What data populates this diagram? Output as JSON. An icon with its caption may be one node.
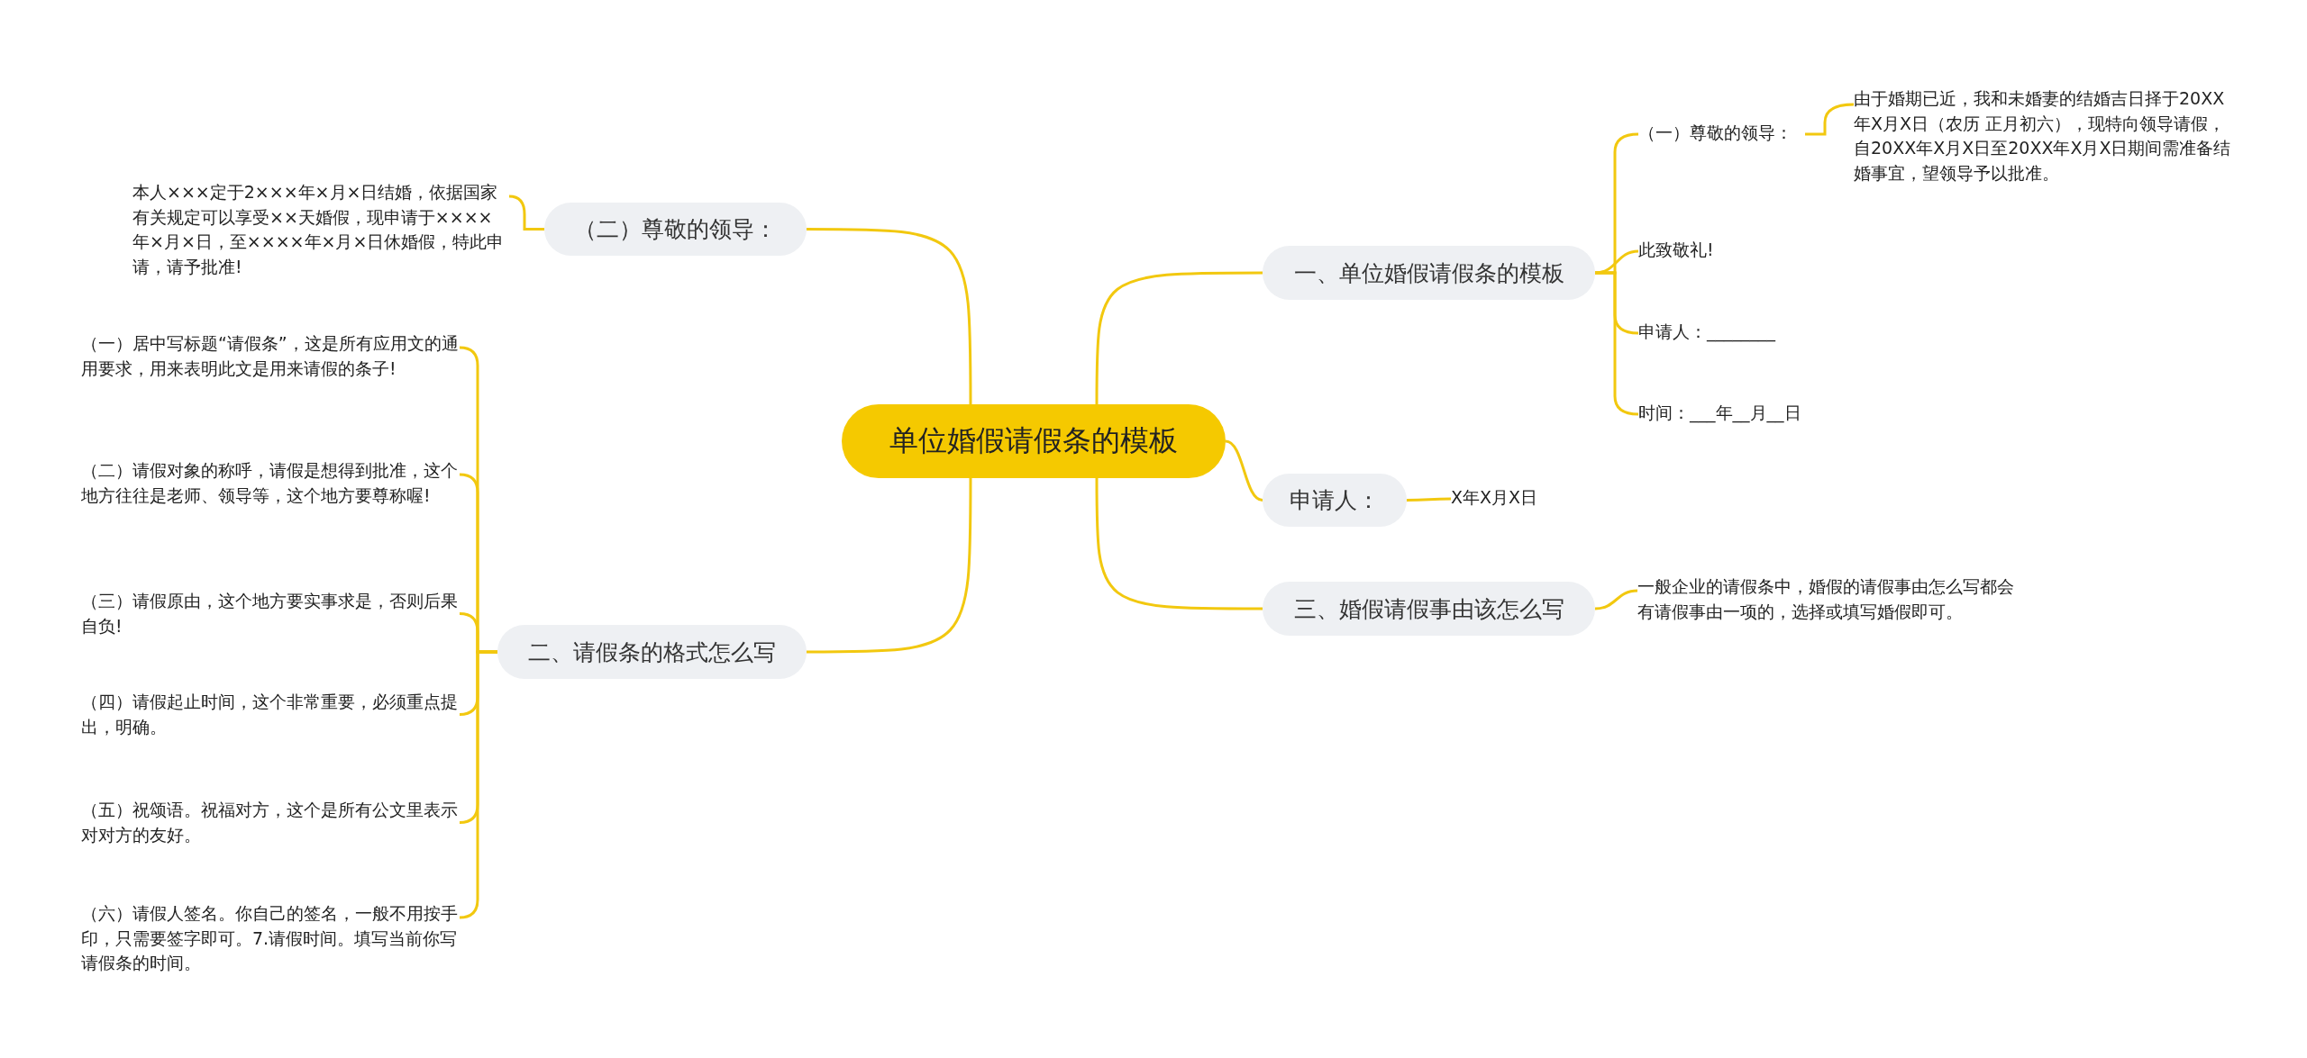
{
  "diagram": {
    "nodes": [
      {
        "text": [
          "单位婚假请假条的模板"
        ]
      },
      {
        "text": [
          "（二）尊敬的领导："
        ]
      },
      {
        "text": [
          "本人×××定于2×××年×月×日结婚，依据国家有关规定可以享受××天婚假，现申请于××××年×月×日，至××××年×月×日休婚假，特此申请，请予批准!"
        ]
      },
      {
        "text": [
          "二、请假条的格式怎么写"
        ]
      },
      {
        "text": [
          "（一）居中写标题“请假条”，这是所有应用文的通用要求，用来表明此文是用来请假的条子!"
        ]
      },
      {
        "text": [
          "（二）请假对象的称呼，请假是想得到批准，这个地方往往是老师、领导等，这个地方要尊称喔!"
        ]
      },
      {
        "text": [
          "（三）请假原由，这个地方要实事求是，否则后果自负!"
        ]
      },
      {
        "text": [
          "（四）请假起止时间，这个非常重要，必须重点提出，明确。"
        ]
      },
      {
        "text": [
          "（五）祝颂语。祝福对方，这个是所有公文里表示对对方的友好。"
        ]
      },
      {
        "text": [
          "（六）请假人签名。你自己的签名，一般不用按手印，只需要签字即可。7.请假时间。填写当前你写请假条的时间。"
        ]
      },
      {
        "text": [
          "一、单位婚假请假条的模板"
        ]
      },
      {
        "text": [
          "（一）尊敬的领导："
        ]
      },
      {
        "text": [
          "由于婚期已近，我和未婚妻的结婚吉日择于20XX年X月X日（农历 正月初六），现特向领导请假，自20XX年X月X日至20XX年X月X日期间需准备结婚事宜，望领导予以批准。"
        ]
      },
      {
        "text": [
          "此致敬礼!"
        ]
      },
      {
        "text": [
          "申请人：________"
        ]
      },
      {
        "text": [
          "时间：___年__月__日"
        ]
      },
      {
        "text": [
          "申请人："
        ]
      },
      {
        "text": [
          "X年X月X日"
        ]
      },
      {
        "text": [
          "三、婚假请假事由该怎么写"
        ]
      },
      {
        "text": [
          "一般企业的请假条中，婚假的请假事由怎么写都会有请假事由一项的，选择或填写婚假即可。"
        ]
      }
    ],
    "edges": [
      {
        "from": 0,
        "to": 1,
        "arrow": "none"
      },
      {
        "from": 1,
        "to": 2,
        "arrow": "none"
      },
      {
        "from": 0,
        "to": 3,
        "arrow": "none"
      },
      {
        "from": 3,
        "to": 4,
        "arrow": "none"
      },
      {
        "from": 3,
        "to": 5,
        "arrow": "none"
      },
      {
        "from": 3,
        "to": 6,
        "arrow": "none"
      },
      {
        "from": 3,
        "to": 7,
        "arrow": "none"
      },
      {
        "from": 3,
        "to": 8,
        "arrow": "none"
      },
      {
        "from": 3,
        "to": 9,
        "arrow": "none"
      },
      {
        "from": 0,
        "to": 10,
        "arrow": "none"
      },
      {
        "from": 10,
        "to": 11,
        "arrow": "none"
      },
      {
        "from": 11,
        "to": 12,
        "arrow": "none"
      },
      {
        "from": 10,
        "to": 13,
        "arrow": "none"
      },
      {
        "from": 10,
        "to": 14,
        "arrow": "none"
      },
      {
        "from": 10,
        "to": 15,
        "arrow": "none"
      },
      {
        "from": 0,
        "to": 16,
        "arrow": "none"
      },
      {
        "from": 16,
        "to": 17,
        "arrow": "none"
      },
      {
        "from": 0,
        "to": 18,
        "arrow": "none"
      },
      {
        "from": 18,
        "to": 19,
        "arrow": "none"
      }
    ]
  }
}
